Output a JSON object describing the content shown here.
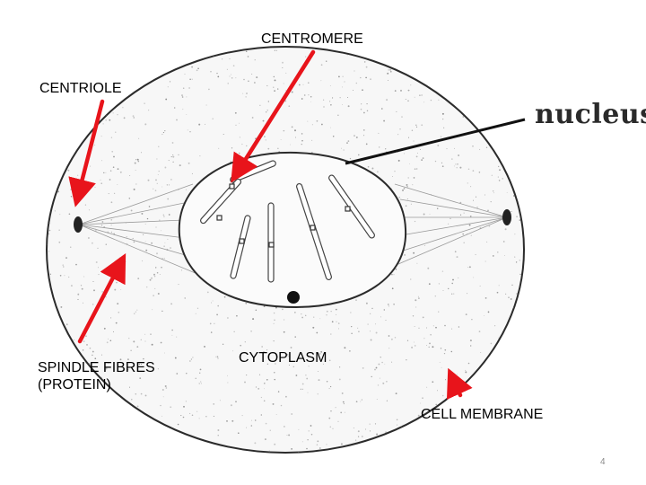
{
  "labels": {
    "centromere": "CENTROMERE",
    "centriole": "CENTRIOLE",
    "nucleus": "nucleus",
    "spindle_fibres": "SPINDLE FIBRES\n(PROTEIN)",
    "cytoplasm": "CYTOPLASM",
    "cell_membrane": "CELL MEMBRANE"
  },
  "page_number": "4",
  "colors": {
    "arrow": "#e8141b",
    "outline": "#2b2b2b",
    "stipple": "#7a7a7a"
  }
}
